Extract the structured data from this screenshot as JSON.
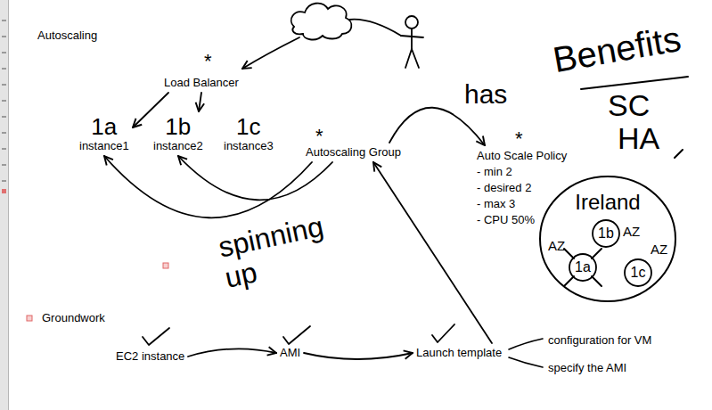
{
  "diagram": {
    "title": "Autoscaling",
    "nodes": [
      {
        "text": [
          "Load Balancer"
        ]
      },
      {
        "text": [
          "1a",
          "instance1"
        ]
      },
      {
        "text": [
          "1b",
          "instance2"
        ]
      },
      {
        "text": [
          "1c",
          "instance3"
        ]
      },
      {
        "text": [
          "Autoscaling Group"
        ]
      },
      {
        "text": [
          "Auto Scale Policy",
          "- min 2",
          "- desired 2",
          "- max 3",
          "- CPU 50%"
        ]
      },
      {
        "text": [
          "Ireland"
        ]
      },
      {
        "text": [
          "1b",
          "AZ"
        ],
        "in": 6
      },
      {
        "text": [
          "AZ",
          "1a"
        ],
        "in": 6
      },
      {
        "text": [
          "1c",
          "AZ"
        ],
        "in": 6
      },
      {
        "text": [
          "EC2 instance"
        ]
      },
      {
        "text": [
          "AMI"
        ]
      },
      {
        "text": [
          "Launch template"
        ]
      }
    ],
    "edges": [
      {
        "from": 0,
        "to": 1,
        "arrow": "to"
      },
      {
        "from": 0,
        "to": 2,
        "arrow": "to"
      },
      {
        "from": 4,
        "to": 1,
        "arrow": "to"
      },
      {
        "from": 4,
        "to": 2,
        "arrow": "to"
      },
      {
        "from": 4,
        "to": 5,
        "label": "has",
        "arrow": "to"
      },
      {
        "from": 10,
        "to": 11,
        "arrow": "to"
      },
      {
        "from": 11,
        "to": 12,
        "arrow": "to"
      },
      {
        "from": 12,
        "to": 4,
        "arrow": "to"
      }
    ],
    "labels": [
      "*",
      "*",
      "*",
      "Benefits",
      "SC",
      "HA",
      "spinning up",
      "Groundwork",
      "configuration for VM",
      "specify the AMI"
    ]
  }
}
